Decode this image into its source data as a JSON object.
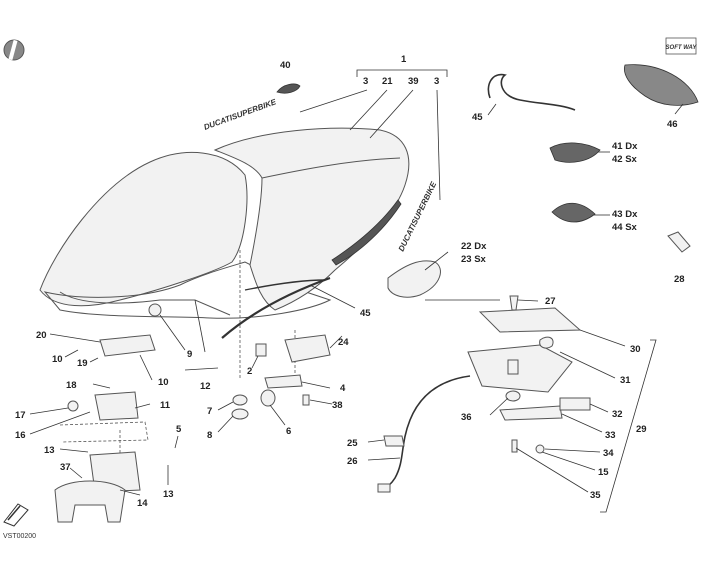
{
  "diagram": {
    "drawing_code": "VST00200",
    "badge_text": "SOFT WAY",
    "sticker_text": "DUCATISUPERBIKE",
    "labels": {
      "p1": "1",
      "p2": "2",
      "p3a": "3",
      "p3b": "3",
      "p4": "4",
      "p5": "5",
      "p6": "6",
      "p7": "7",
      "p8": "8",
      "p9": "9",
      "p10a": "10",
      "p10b": "10",
      "p11": "11",
      "p12": "12",
      "p13a": "13",
      "p13b": "13",
      "p14": "14",
      "p15": "15",
      "p16": "16",
      "p17": "17",
      "p18": "18",
      "p19": "19",
      "p20": "20",
      "p21": "21",
      "p22": "22 Dx",
      "p23": "23 Sx",
      "p24": "24",
      "p25": "25",
      "p26": "26",
      "p27": "27",
      "p28": "28",
      "p29": "29",
      "p30": "30",
      "p31": "31",
      "p32": "32",
      "p33": "33",
      "p34": "34",
      "p35": "35",
      "p36": "36",
      "p37": "37",
      "p38": "38",
      "p39": "39",
      "p40": "40",
      "p41": "41 Dx",
      "p42": "42 Sx",
      "p43": "43 Dx",
      "p44": "44 Sx",
      "p45a": "45",
      "p45b": "45",
      "p46": "46"
    }
  }
}
